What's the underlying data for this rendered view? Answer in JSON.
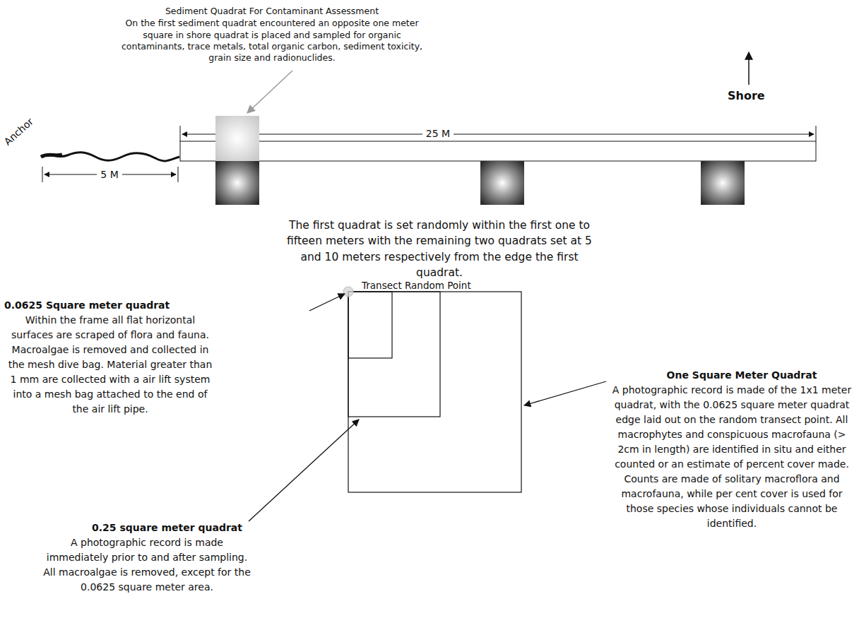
{
  "diagram": {
    "labels": [
      "Sediment Quadrat For Contaminant Assessment",
      "On the first sediment quadrat encountered an opposite one meter square in shore quadrat is placed and sampled for organic contaminants, trace metals, total organic carbon, sediment toxicity, grain size and radionuclides.",
      "Shore",
      "Anchor",
      "5 M",
      "25 M",
      "The first quadrat is set randomly within the first one to fifteen meters with the remaining two quadrats set at 5 and 10 meters respectively from the edge the first quadrat.",
      "0.0625 Square meter quadrat",
      "Within the frame all flat horizontal surfaces are scraped of flora and fauna. Macroalgae is removed and collected in the mesh dive bag. Material greater than 1 mm are collected with a air lift system into a mesh bag attached to the end of the air lift pipe.",
      "Transect Random Point",
      "One Square Meter Quadrat",
      "A photographic record is made of the 1x1 meter quadrat, with the 0.0625 square meter quadrat edge laid out on the random transect point. All macrophytes and conspicuous macrofauna (> 2cm in length) are identified in situ and either counted or an estimate of percent cover made. Counts are made of solitary macroflora and macrofauna, while per cent cover is used for those species whose individuals cannot be identified.",
      "0.25 square meter quadrat",
      "A photographic record is made immediately prior to and after sampling. All macroalgae is removed, except for the 0.0625 square meter area."
    ]
  }
}
